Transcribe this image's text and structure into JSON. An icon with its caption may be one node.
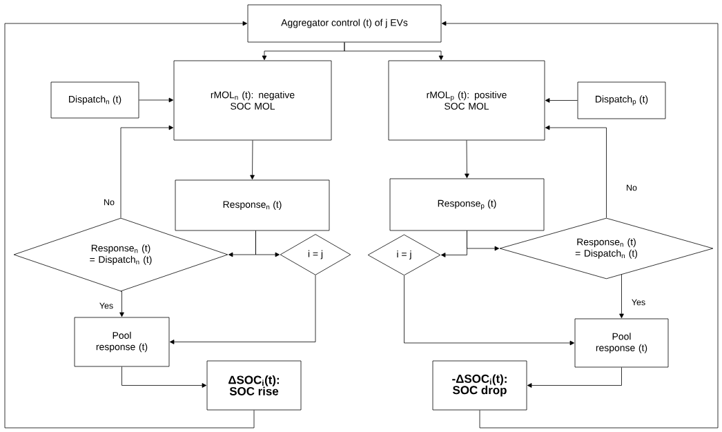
{
  "diagram": {
    "nodes": [
      {
        "text": [
          "Aggregator control (t) of j EVs"
        ]
      },
      {
        "text": [
          "rMOL$_{n}$ (t): negative SOC MOL"
        ]
      },
      {
        "text": [
          "rMOL$_{p}$ (t): positive SOC MOL"
        ]
      },
      {
        "text": [
          "Dispatch$_{n}$ (t)"
        ]
      },
      {
        "text": [
          "Dispatch$_{p}$ (t)"
        ]
      },
      {
        "text": [
          "Response$_{n}$ (t)"
        ]
      },
      {
        "text": [
          "Response$_{p}$ (t)"
        ]
      },
      {
        "text": [
          "Response$_{n}$ (t) = Dispatch$_{n}$ (t)"
        ]
      },
      {
        "text": [
          "i = j"
        ]
      },
      {
        "text": [
          "i = j"
        ]
      },
      {
        "text": [
          "Response$_{n}$ (t) = Dispatch$_{n}$ (t)"
        ]
      },
      {
        "text": [
          "Pool response (t)"
        ]
      },
      {
        "text": [
          "Pool response (t)"
        ]
      },
      {
        "text": [
          "ΔSOC$_{i}$(t): SOC rise"
        ]
      },
      {
        "text": [
          "-ΔSOC$_{i}$(t): SOC drop"
        ]
      }
    ],
    "edges": [
      {
        "from": 0,
        "to": 1,
        "arrow": "to"
      },
      {
        "from": 0,
        "to": 2,
        "arrow": "to"
      },
      {
        "from": 3,
        "to": 1,
        "arrow": "to"
      },
      {
        "from": 4,
        "to": 2,
        "arrow": "to"
      },
      {
        "from": 1,
        "to": 5,
        "arrow": "to"
      },
      {
        "from": 2,
        "to": 6,
        "arrow": "to"
      },
      {
        "from": 5,
        "to": 7,
        "arrow": "to"
      },
      {
        "from": 5,
        "to": 8,
        "arrow": "to"
      },
      {
        "from": 6,
        "to": 9,
        "arrow": "to"
      },
      {
        "from": 6,
        "to": 10,
        "arrow": "to"
      },
      {
        "from": 7,
        "to": 1,
        "arrow": "to",
        "label": "No"
      },
      {
        "from": 7,
        "to": 11,
        "arrow": "to",
        "label": "Yes"
      },
      {
        "from": 8,
        "to": 11,
        "arrow": "to"
      },
      {
        "from": 10,
        "to": 2,
        "arrow": "to",
        "label": "No"
      },
      {
        "from": 10,
        "to": 12,
        "arrow": "to",
        "label": "Yes"
      },
      {
        "from": 9,
        "to": 12,
        "arrow": "to"
      },
      {
        "from": 11,
        "to": 13,
        "arrow": "to"
      },
      {
        "from": 12,
        "to": 14,
        "arrow": "to"
      },
      {
        "from": 13,
        "to": 0,
        "arrow": "to"
      },
      {
        "from": 14,
        "to": 0,
        "arrow": "to"
      }
    ]
  }
}
